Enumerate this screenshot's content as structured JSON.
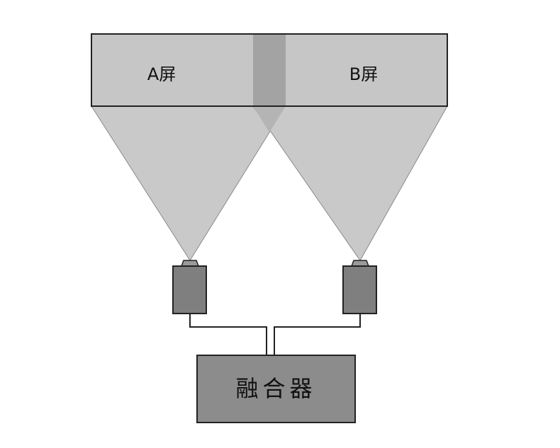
{
  "screens": [
    {
      "id": "a",
      "label": "A屏"
    },
    {
      "id": "b",
      "label": "B屏"
    }
  ],
  "blender": {
    "label": "融合器"
  },
  "colors": {
    "screen_fill": "#c6c6c6",
    "overlap_fill": "#a3a3a3",
    "projector_body": "#7f7f7f",
    "blender_fill": "#8c8c8c",
    "light_cone": "#c9c9c9",
    "outline": "#222222"
  },
  "icons": {
    "projector_left": "projector-icon",
    "projector_right": "projector-icon"
  }
}
